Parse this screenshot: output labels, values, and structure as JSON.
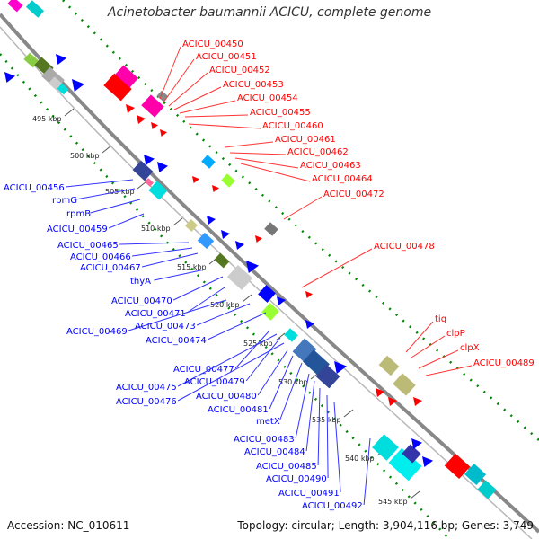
{
  "title": "Acinetobacter baumannii ACICU, complete genome",
  "footer": {
    "accession": "Accession: NC_010611",
    "topology": "Topology: circular; Length: 3,904,116 bp; Genes: 3,749"
  },
  "colors": {
    "blue": "#0000ff",
    "red": "#ff0000",
    "backbone": "#888888",
    "tick": "#008800"
  },
  "kbp_labels": [
    "495 kbp",
    "500 kbp",
    "505 kbp",
    "510 kbp",
    "515 kbp",
    "520 kbp",
    "525 kbp",
    "530 kbp",
    "535 kbp",
    "540 kbp",
    "545 kbp"
  ],
  "red_labels": [
    "ACICU_00450",
    "ACICU_00451",
    "ACICU_00452",
    "ACICU_00453",
    "ACICU_00454",
    "ACICU_00455",
    "ACICU_00460",
    "ACICU_00461",
    "ACICU_00462",
    "ACICU_00463",
    "ACICU_00464",
    "ACICU_00472",
    "ACICU_00478",
    "tig",
    "clpP",
    "clpX",
    "ACICU_00489"
  ],
  "blue_labels": [
    "ACICU_00456",
    "rpmG",
    "rpmB",
    "ACICU_00459",
    "ACICU_00465",
    "ACICU_00466",
    "ACICU_00467",
    "thyA",
    "ACICU_00470",
    "ACICU_00471",
    "ACICU_00469",
    "ACICU_00473",
    "ACICU_00474",
    "ACICU_00477",
    "ACICU_00475",
    "ACICU_00479",
    "ACICU_00476",
    "ACICU_00480",
    "ACICU_00481",
    "metX",
    "ACICU_00483",
    "ACICU_00484",
    "ACICU_00485",
    "ACICU_00490",
    "ACICU_00491",
    "ACICU_00492"
  ]
}
